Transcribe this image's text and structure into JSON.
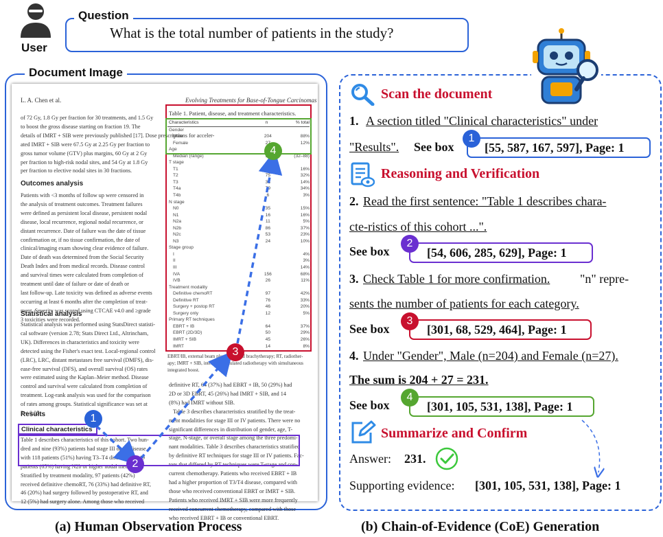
{
  "user": {
    "label": "User"
  },
  "question": {
    "label": "Question",
    "text": "What is the total number of patients in the study?"
  },
  "document": {
    "label": "Document Image",
    "header_left": "L. A. Chen et al.",
    "header_right": "Evolving Treatments for Base-of-Tongue Carcinomas",
    "col1_intro": "of 72 Gy, 1.8 Gy per fraction for 30 treatments, and 1.5 Gy\nto boost the gross disease starting on fraction 19. The\ndetails of IMRT + SIB were previously published [17]. Dose prescriptions for acceler-\nated IMRT + SIB were 67.5 Gy at 2.25 Gy per fraction to\ngross tumor volume (GTV) plus margins, 60 Gy at 2 Gy\nper fraction to high-risk nodal sites, and 54 Gy at 1.8 Gy\nper fraction to elective nodal sites in 30 fractions.",
    "outcomes_head": "Outcomes analysis",
    "outcomes_text": "Patients with <3 months of follow up were censored in\nthe analysis of treatment outcomes. Treatment failures\nwere defined as persistent local disease, persistent nodal\ndisease, local recurrence, regional nodal recurrence, or\ndistant recurrence. Date of failure was the date of tissue\nconfirmation or, if no tissue confirmation, the date of\nclinical/imaging exam showing clear evidence of failure.\nDate of death was determined from the Social Security\nDeath Index and from medical records. Disease control\nand survival times were calculated from completion of\ntreatment until date of failure or date of death or\nlast follow-up. Late toxicity was defined as adverse events\noccurring at least 6 months after the completion of treat-\nment. Severity was scored using CTCAE v4.0 and ≥grade\n3 toxicities were recorded.",
    "stat_head": "Statistical analysis",
    "stat_text": "Statistical analysis was performed using StatsDirect statisti-\ncal software (version 2.78; Stats Direct Ltd., Altrincham,\nUK). Differences in characteristics and toxicity were\ndetected using the Fisher's exact test. Local-regional control\n(LRC), LRC, distant metastases free survival (DMFS), dis-\nease-free survival (DFS), and overall survival (OS) rates\nwere estimated using the Kaplan–Meier method. Disease\ncontrol and survival were calculated from completion of\ntreatment. Log-rank analysis was used for the comparison\nof rates among groups. Statistical significance was set at\nP < 0.05.",
    "results_head": "Results",
    "clinical_head": "Clinical characteristics",
    "clinical_text": "Table 1 describes characteristics of this cohort. Two hun-\ndred and nine (93%) patients had stage III or IV disease\nwith 118 patients (51%) having T3–T4 disease and 149\npatients (65%) having N2b or higher nodal metastases.\nStratified by treatment modality, 97 patients (42%)\nreceived definitive chemoRT, 76 (33%) had definitive RT,\n46 (20%) had surgery followed by postoperative RT, and\n12 (5%) had surgery alone. Among those who received",
    "table_title": "Table 1. Patient, disease, and treatment characteristics.",
    "table_cols": [
      "Characteristics",
      "n",
      "% total"
    ],
    "table_rows": [
      [
        "Gender",
        "",
        ""
      ],
      [
        "Male",
        "204",
        "88%"
      ],
      [
        "Female",
        "27",
        "12%"
      ],
      [
        "Age",
        "",
        ""
      ],
      [
        "Median (range)",
        "59",
        "(32–88)"
      ],
      [
        "T stage",
        "",
        ""
      ],
      [
        "T1",
        "38",
        "16%"
      ],
      [
        "T2",
        "75",
        "32%"
      ],
      [
        "T3",
        "33",
        "14%"
      ],
      [
        "T4a",
        "79",
        "34%"
      ],
      [
        "T4b",
        "6",
        "3%"
      ],
      [
        "N stage",
        "",
        ""
      ],
      [
        "N0",
        "35",
        "15%"
      ],
      [
        "N1",
        "16",
        "16%"
      ],
      [
        "N2a",
        "11",
        "5%"
      ],
      [
        "N2b",
        "86",
        "37%"
      ],
      [
        "N2c",
        "53",
        "23%"
      ],
      [
        "N3",
        "24",
        "10%"
      ],
      [
        "Stage group",
        "",
        ""
      ],
      [
        "I",
        "",
        "4%"
      ],
      [
        "II",
        "",
        "3%"
      ],
      [
        "III",
        "",
        "14%"
      ],
      [
        "IVA",
        "156",
        "68%"
      ],
      [
        "IVB",
        "26",
        "11%"
      ],
      [
        "Treatment modality",
        "",
        ""
      ],
      [
        "Definitive chemoRT",
        "97",
        "42%"
      ],
      [
        "Definitive RT",
        "76",
        "33%"
      ],
      [
        "Surgery + postop RT",
        "46",
        "20%"
      ],
      [
        "Surgery only",
        "12",
        "5%"
      ],
      [
        "Primary RT techniques",
        "",
        ""
      ],
      [
        "EBRT + IB",
        "64",
        "37%"
      ],
      [
        "EBRT (2D/3D)",
        "50",
        "29%"
      ],
      [
        "IMRT + SIB",
        "45",
        "26%"
      ],
      [
        "IMRT",
        "14",
        "8%"
      ]
    ],
    "table_note": "EBRT/IB, external beam plus interstitial brachytherapy; RT, radiother-\napy; IMRT + SIB, intensity modulated radiotherapy with simultaneous\nintegrated boost.",
    "col2_text": "definitive RT, 64 (37%) had EBRT + IB, 50 (29%) had\n2D or 3D EBRT, 45 (26%) had IMRT + SIB, and 14\n(8%) had IMRT without SIB.\n   Table 3 describes characteristics stratified by the treat-\nment modalities for stage III or IV patients. There were no\nsignificant differences in distribution of gender, age, T-\nstage, N-stage, or overall stage among the three predomi-\nnant modalities. Table 3 describes characteristics stratified\nby definitive RT techniques for stage III or IV patients. Fac-\ntors that differed by RT techniques were T-stage and con-\ncurrent chemotherapy. Patients who received EBRT + IB\nhad a higher proportion of T3/T4 disease, compared with\nthose who received conventional EBRT or IMRT + SIB.\nPatients who received IMRT + SIB were more frequently\nreceived concurrent chemotherapy, compared with those\nwho received EBRT + IB or conventional EBRT."
  },
  "coe": {
    "scan_title": "Scan the document",
    "step1_num": "1.",
    "step1_text": "A section titled \"Clinical characteristics\" under",
    "step1_text2": "\"Results\".",
    "see_box": "See box",
    "box1": "[55, 587, 167, 597], Page: 1",
    "reason_title": "Reasoning and Verification",
    "step2_num": "2.",
    "step2_text": "Read the first sentence:  \"Table 1 describes chara-",
    "step2_text2": "cte-ristics of this cohort ...\".",
    "box2": "[54, 606, 285, 629], Page: 1",
    "step3_num": "3.",
    "step3_text": "Check Table 1 for more confirmation.",
    "step3_text_b": "  \"n\" repre-",
    "step3_text2": "sents the number of patients for each category.",
    "box3": "[301, 68, 529, 464], Page: 1",
    "step4_num": "4.",
    "step4_text": "Under \"Gender\", Male (n=204) and Female (n=27).",
    "step4_sum": "The sum is 204 + 27 = 231.",
    "box4": "[301, 105, 531, 138], Page: 1",
    "summary_title": "Summarize and Confirm",
    "answer_label": "Answer:",
    "answer_value": "231.",
    "evidence_label": "Supporting evidence:",
    "evidence_value": "[301, 105, 531, 138], Page: 1"
  },
  "badges": [
    "1",
    "2",
    "3",
    "4"
  ],
  "captions": {
    "left": "(a) Human Observation Process",
    "right": "(b) Chain-of-Evidence (CoE) Generation"
  },
  "colors": {
    "blue": "#2a62d8",
    "purple": "#6a2fd0",
    "red": "#c8102e",
    "green": "#55a630"
  },
  "icons": [
    "user-icon",
    "magnifier-icon",
    "reasoning-doc-icon",
    "edit-icon",
    "check-circle-icon",
    "robot-icon"
  ]
}
